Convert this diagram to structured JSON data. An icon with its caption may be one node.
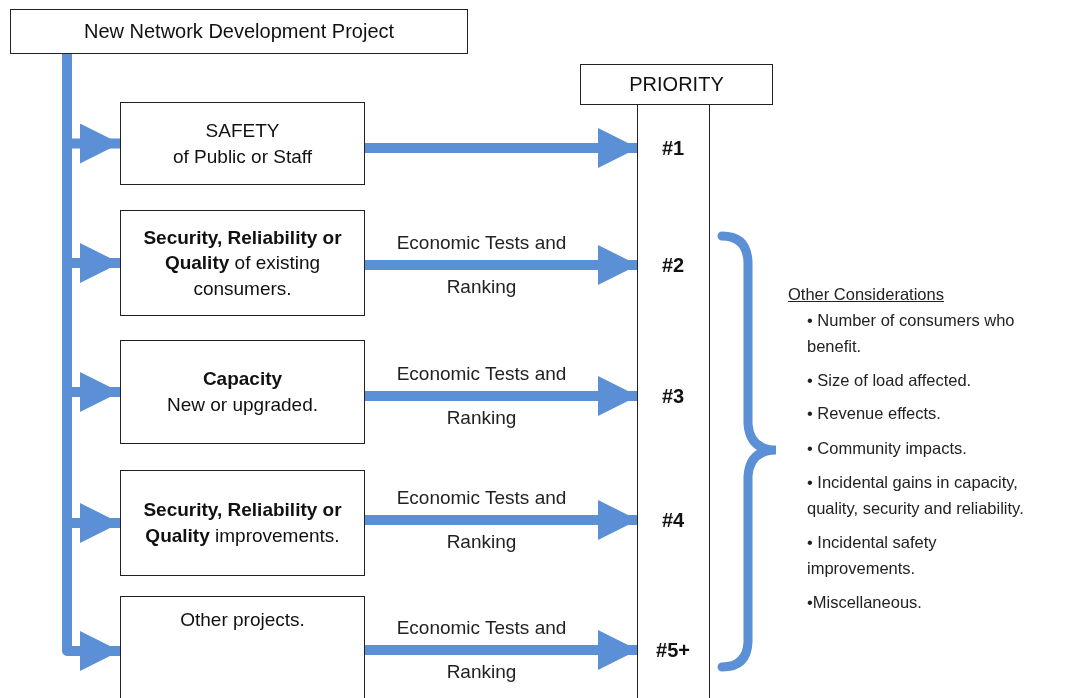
{
  "diagram": {
    "nodes": [
      {
        "text": [
          "New Network Development Project"
        ]
      },
      {
        "text": [
          "SAFETY",
          "of Public or Staff"
        ]
      },
      {
        "text": [
          "**Security, Reliability or Quality** of existing consumers."
        ]
      },
      {
        "text": [
          "Capacity",
          "New or upgraded."
        ]
      },
      {
        "text": [
          "**Security, Reliability or Quality** improvements."
        ]
      },
      {
        "text": [
          "Other projects."
        ]
      },
      {
        "text": [
          "PRIORITY"
        ]
      },
      {
        "text": [],
        "shape": "box"
      },
      {
        "text": [
          "#1"
        ],
        "in": 7
      },
      {
        "text": [
          "#2"
        ],
        "in": 7
      },
      {
        "text": [
          "#3"
        ],
        "in": 7
      },
      {
        "text": [
          "#4"
        ],
        "in": 7
      },
      {
        "text": [
          "#5+"
        ],
        "in": 7
      }
    ],
    "edges": [
      {
        "from": 0,
        "to": 1,
        "arrow": "to"
      },
      {
        "from": 0,
        "to": 2,
        "arrow": "to"
      },
      {
        "from": 0,
        "to": 3,
        "arrow": "to"
      },
      {
        "from": 0,
        "to": 4,
        "arrow": "to"
      },
      {
        "from": 0,
        "to": 5,
        "arrow": "to"
      },
      {
        "from": 1,
        "to": 8,
        "arrow": "to"
      },
      {
        "from": 2,
        "to": 9,
        "label": "Economic Tests and Ranking",
        "arrow": "to"
      },
      {
        "from": 3,
        "to": 10,
        "label": "Economic Tests and Ranking",
        "arrow": "to"
      },
      {
        "from": 4,
        "to": 11,
        "label": "Economic Tests and Ranking",
        "arrow": "to"
      },
      {
        "from": 5,
        "to": 12,
        "label": "Economic Tests and Ranking",
        "arrow": "to"
      }
    ],
    "labels": [
      "Other Considerations",
      "• Number of consumers who benefit.",
      "• Size of load affected.",
      "• Revenue effects.",
      "• Community impacts.",
      "• Incidental gains in capacity, quality, security and reliability.",
      "• Incidental safety improvements.",
      "•Miscellaneous."
    ]
  }
}
